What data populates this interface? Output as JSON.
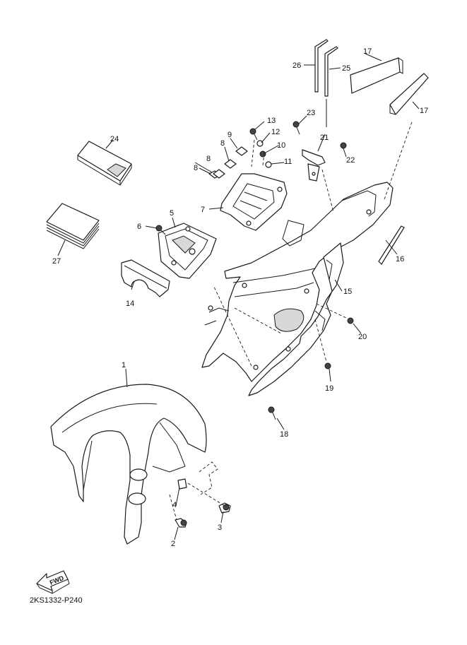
{
  "callouts": {
    "c1": "1",
    "c2": "2",
    "c3": "3",
    "c4": "4",
    "c5": "5",
    "c6": "6",
    "c7": "7",
    "c8a": "8",
    "c8b": "8",
    "c8c": "8",
    "c9": "9",
    "c10": "10",
    "c11": "11",
    "c12": "12",
    "c13": "13",
    "c14": "14",
    "c15": "15",
    "c16": "16",
    "c17a": "17",
    "c17b": "17",
    "c18": "18",
    "c19": "19",
    "c20": "20",
    "c21": "21",
    "c22": "22",
    "c23": "23",
    "c24": "24",
    "c25": "25",
    "c26": "26",
    "c27": "27"
  },
  "fwd_label": "FWD",
  "diagram_code": "2KS1332-P240"
}
